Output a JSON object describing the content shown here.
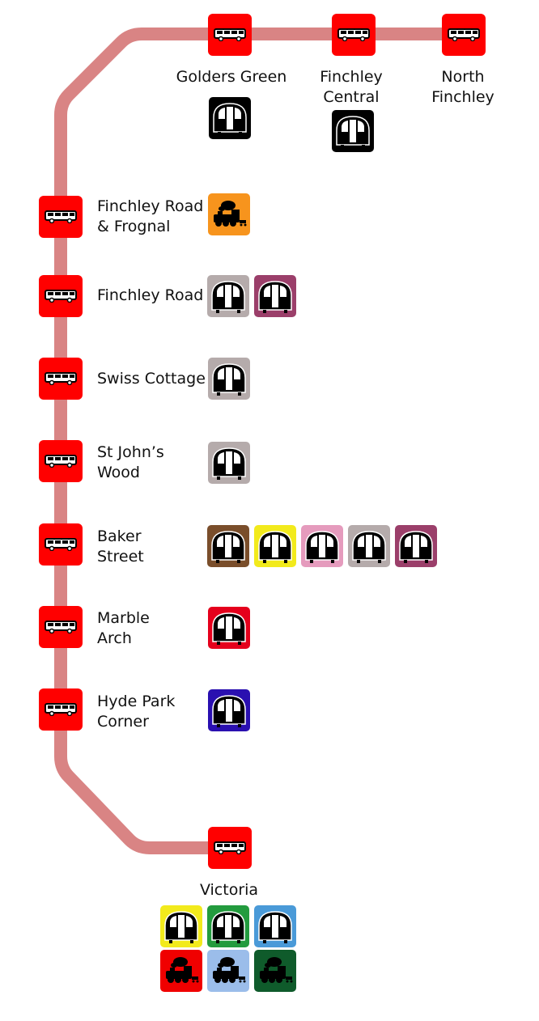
{
  "route_color": "#d98484",
  "stop_color": "#ff0000",
  "stations": [
    {
      "id": "golders-green",
      "name": [
        "Golders Green"
      ],
      "modes": [
        {
          "type": "tube",
          "color": "#000000"
        }
      ]
    },
    {
      "id": "finchley-central",
      "name": [
        "Finchley",
        "Central"
      ],
      "modes": [
        {
          "type": "tube",
          "color": "#000000"
        }
      ]
    },
    {
      "id": "north-finchley",
      "name": [
        "North",
        "Finchley"
      ],
      "modes": []
    },
    {
      "id": "finchley-road-frognal",
      "name": [
        "Finchley Road",
        "& Frognal"
      ],
      "modes": [
        {
          "type": "rail",
          "color": "#f7941d"
        }
      ]
    },
    {
      "id": "finchley-road",
      "name": [
        "Finchley Road"
      ],
      "modes": [
        {
          "type": "tube",
          "color": "#b5abab"
        },
        {
          "type": "tube",
          "color": "#9b3f6a"
        }
      ]
    },
    {
      "id": "swiss-cottage",
      "name": [
        "Swiss Cottage"
      ],
      "modes": [
        {
          "type": "tube",
          "color": "#b5abab"
        }
      ]
    },
    {
      "id": "st-johns-wood",
      "name": [
        "St John’s",
        "Wood"
      ],
      "modes": [
        {
          "type": "tube",
          "color": "#b5abab"
        }
      ]
    },
    {
      "id": "baker-street",
      "name": [
        "Baker",
        "Street"
      ],
      "modes": [
        {
          "type": "tube",
          "color": "#7a4e2b"
        },
        {
          "type": "tube",
          "color": "#f2ea1c"
        },
        {
          "type": "tube",
          "color": "#e59bbd"
        },
        {
          "type": "tube",
          "color": "#b5abab"
        },
        {
          "type": "tube",
          "color": "#9b3f6a"
        }
      ]
    },
    {
      "id": "marble-arch",
      "name": [
        "Marble",
        "Arch"
      ],
      "modes": [
        {
          "type": "tube",
          "color": "#e5001c"
        }
      ]
    },
    {
      "id": "hyde-park-corner",
      "name": [
        "Hyde Park",
        "Corner"
      ],
      "modes": [
        {
          "type": "tube",
          "color": "#2a10b0"
        }
      ]
    },
    {
      "id": "victoria",
      "name": [
        "Victoria"
      ],
      "modes": [
        {
          "type": "tube",
          "color": "#f2ea1c"
        },
        {
          "type": "tube",
          "color": "#239b3e"
        },
        {
          "type": "tube",
          "color": "#4a9ad8"
        },
        {
          "type": "rail",
          "color": "#f00000"
        },
        {
          "type": "rail",
          "color": "#9bbdea"
        },
        {
          "type": "rail",
          "color": "#0f5b2b"
        }
      ]
    }
  ]
}
